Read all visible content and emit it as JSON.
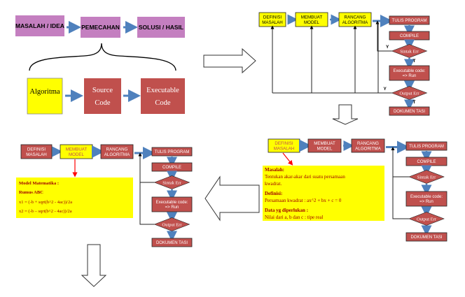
{
  "colors": {
    "purple": "#c47fc0",
    "yellow": "#ffff00",
    "red": "#c0504d",
    "blue_arrow": "#4f81bd",
    "red_arrow": "#ff0000",
    "dark_text": "#000000",
    "white_text": "#ffffff",
    "note_text": "#a00000"
  },
  "panel1": {
    "top_row": [
      "MASALAH / IDEA",
      "PEMECAHAN",
      "SOLUSI / HASIL"
    ],
    "bottom_row": [
      {
        "lines": [
          "Algoritma"
        ]
      },
      {
        "lines": [
          "Source",
          "Code"
        ]
      },
      {
        "lines": [
          "Executable",
          "Code"
        ]
      }
    ]
  },
  "flow": {
    "steps": [
      {
        "lines": [
          "DEFINISI",
          "MASALAH"
        ]
      },
      {
        "lines": [
          "MEMBUAT",
          "MODEL"
        ]
      },
      {
        "lines": [
          "RANCANG",
          "ALGORITMA"
        ]
      }
    ],
    "tulis": "TULIS PROGRAM",
    "compile": "COMPILE",
    "sintak": "Sintak Err",
    "exec": [
      "Executable code:",
      "=> Run"
    ],
    "output": "Output Err",
    "dokumentasi": "DOKUMEN TASI",
    "yes": "Y",
    "no": "T"
  },
  "panel3_note": {
    "lines": [
      "Masalah:",
      "Tentukan akar-akar dari suatu persamaan",
      "kwadrat.",
      "Definisi:",
      "Persamaan kwadrat : ax^2 + bx + c = 0",
      "Data yg diperlukan :",
      "Nilai dari a, b dan c : tipe real"
    ]
  },
  "panel4_note": {
    "lines": [
      "Model Matematika :",
      "Rumus ABC",
      "x1 = (-b + sqrt(b^2 - 4ac))/2a",
      "x2 = (-b – sqrt(b^2 -  4ac))/2a"
    ]
  }
}
